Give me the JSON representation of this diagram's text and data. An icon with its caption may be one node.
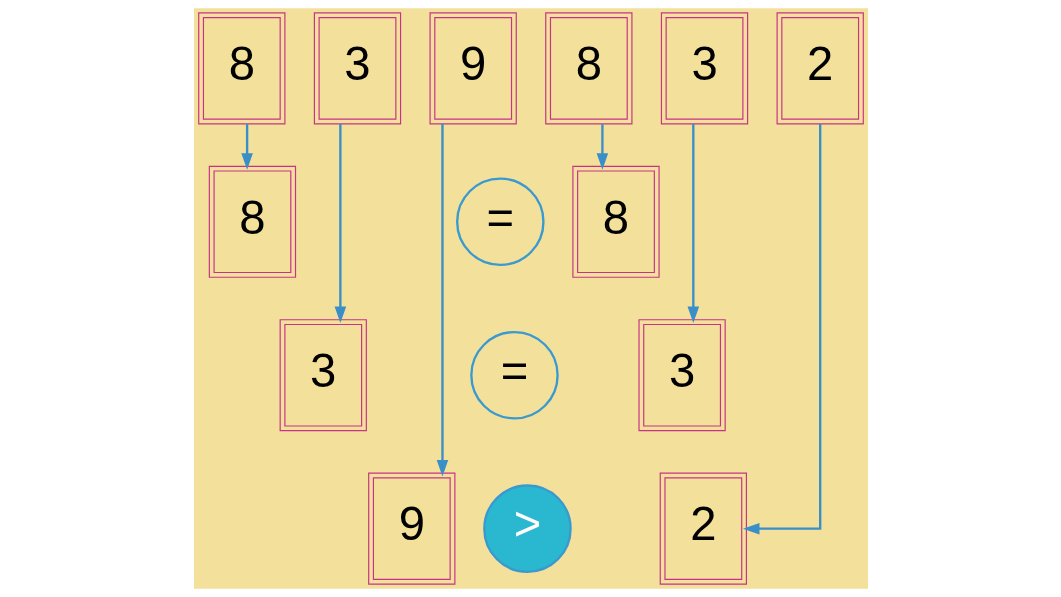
{
  "diagram": {
    "nodes": [
      {
        "text": [
          "8"
        ]
      },
      {
        "text": [
          "3"
        ]
      },
      {
        "text": [
          "9"
        ]
      },
      {
        "text": [
          "8"
        ]
      },
      {
        "text": [
          "3"
        ]
      },
      {
        "text": [
          "2"
        ]
      },
      {
        "text": [
          "8"
        ]
      },
      {
        "text": [
          "="
        ]
      },
      {
        "text": [
          "8"
        ]
      },
      {
        "text": [
          "3"
        ]
      },
      {
        "text": [
          "="
        ]
      },
      {
        "text": [
          "3"
        ]
      },
      {
        "text": [
          "9"
        ]
      },
      {
        "text": [
          ">"
        ]
      },
      {
        "text": [
          "2"
        ]
      }
    ],
    "edges": [
      {
        "from": 0,
        "to": 6,
        "arrow": "to"
      },
      {
        "from": 1,
        "to": 9,
        "arrow": "to"
      },
      {
        "from": 2,
        "to": 12,
        "arrow": "to"
      },
      {
        "from": 3,
        "to": 8,
        "arrow": "to"
      },
      {
        "from": 4,
        "to": 11,
        "arrow": "to"
      },
      {
        "from": 5,
        "to": 14,
        "arrow": "to"
      }
    ]
  }
}
